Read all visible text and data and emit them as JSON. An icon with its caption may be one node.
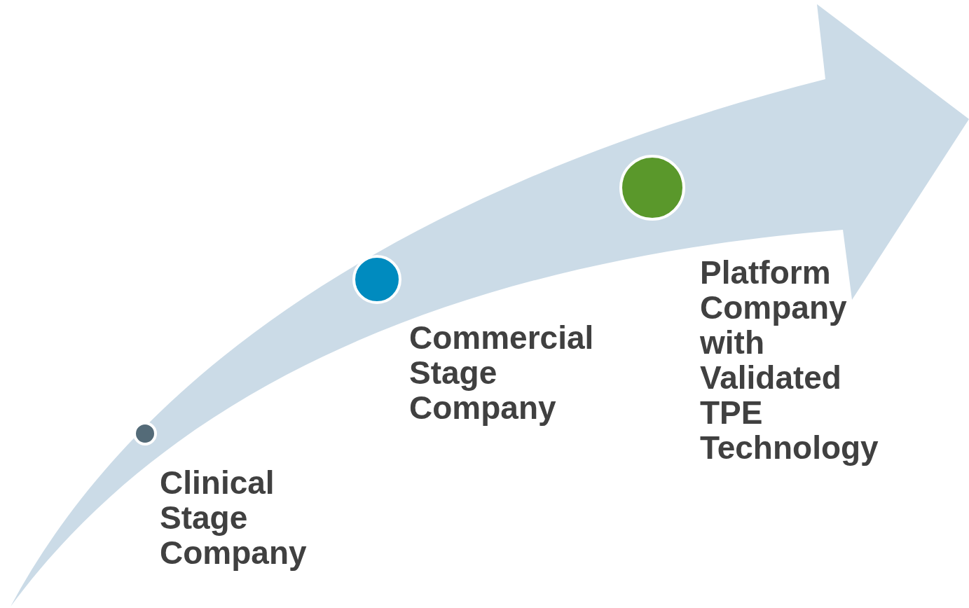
{
  "diagram": {
    "nodes": [
      {
        "text": [],
        "shape": "circle",
        "beside": [
          "Clinical Stage Company"
        ]
      },
      {
        "text": [],
        "shape": "circle",
        "beside": [
          "Commercial Stage Company"
        ]
      },
      {
        "text": [],
        "shape": "circle",
        "beside": [
          "Platform Company with Validated TPE Technology"
        ]
      }
    ]
  }
}
